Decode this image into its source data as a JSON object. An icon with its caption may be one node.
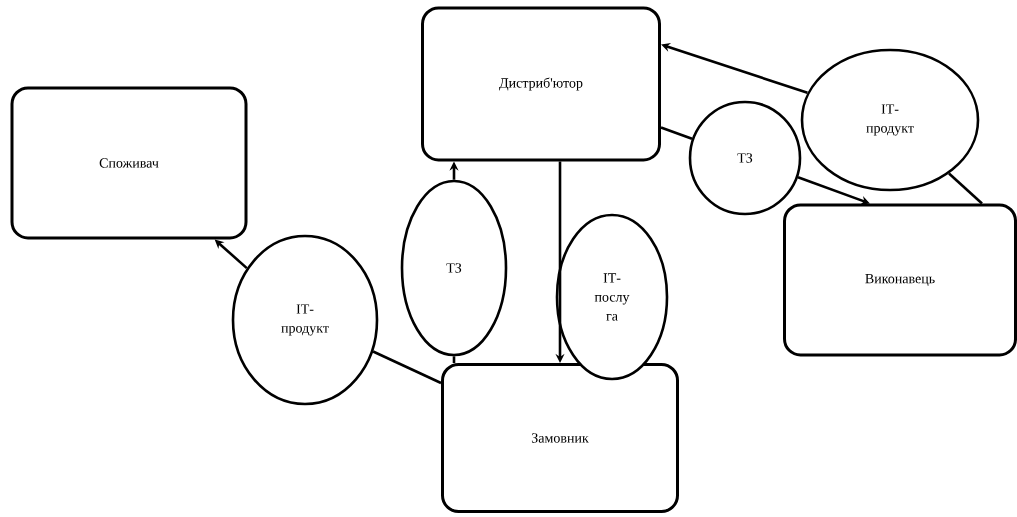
{
  "diagram": {
    "nodes": [
      {
        "text": [
          "Споживач"
        ]
      },
      {
        "text": [
          "Дистриб'ютор"
        ]
      },
      {
        "text": [
          "Виконавець"
        ]
      },
      {
        "text": [
          "Замовник"
        ]
      },
      {
        "text": [
          "ІТ- продукт"
        ]
      },
      {
        "text": [
          "ТЗ"
        ]
      },
      {
        "text": [
          "ІТ- послу га"
        ]
      },
      {
        "text": [
          "ТЗ"
        ]
      },
      {
        "text": [
          "ІТ- продукт"
        ]
      }
    ],
    "edges": [
      {
        "from": 3,
        "to": 4,
        "arrow": "none"
      },
      {
        "from": 4,
        "to": 0,
        "arrow": "to"
      },
      {
        "from": 3,
        "to": 5,
        "arrow": "none"
      },
      {
        "from": 5,
        "to": 1,
        "arrow": "to"
      },
      {
        "from": 1,
        "to": 3,
        "arrow": "to"
      },
      {
        "from": 1,
        "to": 7,
        "arrow": "none"
      },
      {
        "from": 7,
        "to": 2,
        "arrow": "to"
      },
      {
        "from": 2,
        "to": 8,
        "arrow": "none"
      },
      {
        "from": 8,
        "to": 1,
        "arrow": "to"
      }
    ]
  }
}
